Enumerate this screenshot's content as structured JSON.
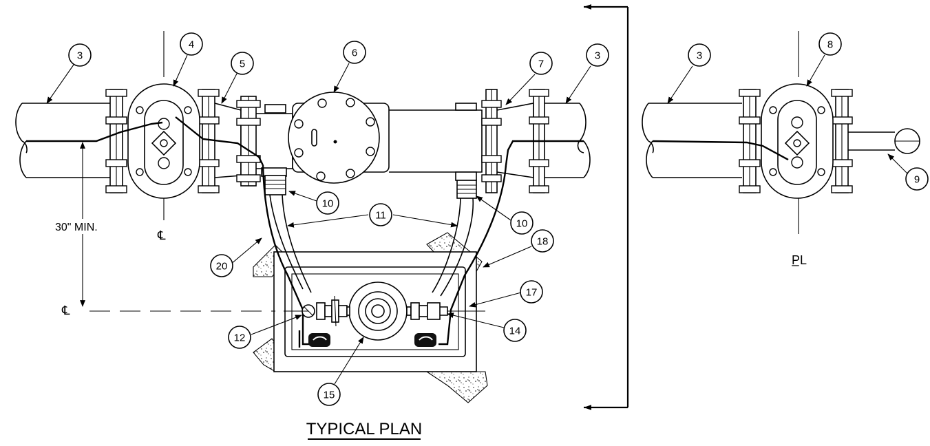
{
  "drawing": {
    "title": "TYPICAL PLAN",
    "dimension_label": "30\" MIN.",
    "centerline_symbol": "℄",
    "property_line_symbol": "P̲L"
  },
  "callouts": {
    "c3a": "3",
    "c4": "4",
    "c5": "5",
    "c6": "6",
    "c7": "7",
    "c3b": "3",
    "c10a": "10",
    "c11": "11",
    "c10b": "10",
    "c18": "18",
    "c20": "20",
    "c17": "17",
    "c12": "12",
    "c14": "14",
    "c15": "15",
    "c3c": "3",
    "c8": "8",
    "c9": "9"
  },
  "colors": {
    "line": "#000000",
    "background": "#ffffff"
  }
}
